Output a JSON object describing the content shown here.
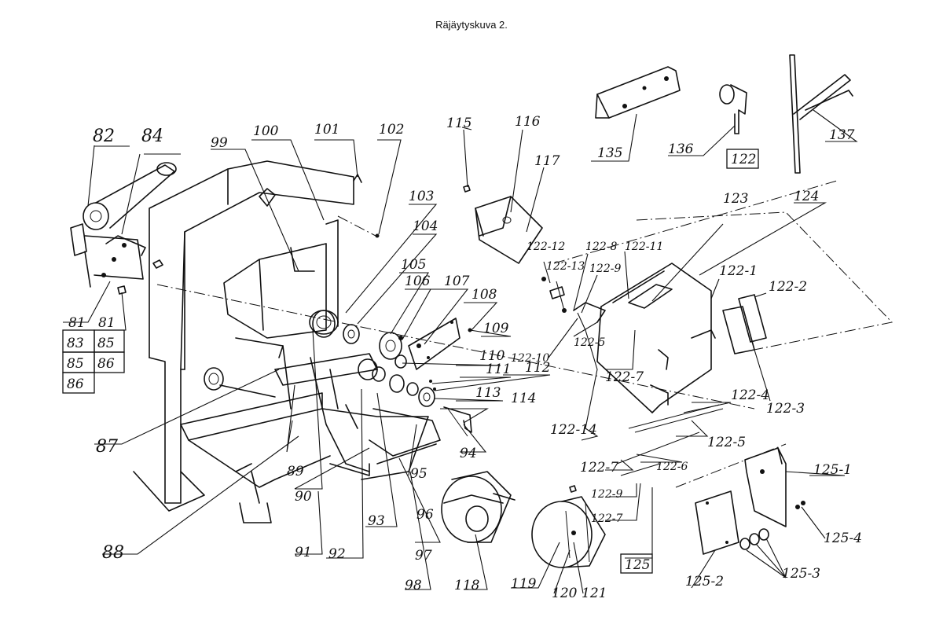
{
  "title": "Räjäytyskuva 2.",
  "labels": {
    "l82": "82",
    "l84": "84",
    "l99": "99",
    "l100": "100",
    "l101": "101",
    "l102": "102",
    "l103": "103",
    "l104": "104",
    "l105": "105",
    "l106": "106",
    "l107": "107",
    "l108": "108",
    "l109": "109",
    "l110": "110",
    "l111": "111",
    "l112": "112",
    "l113": "113",
    "l114": "114",
    "l115": "115",
    "l116": "116",
    "l117": "117",
    "l135": "135",
    "l136": "136",
    "l137": "137",
    "l122": "122",
    "l123": "123",
    "l124": "124",
    "l122_12": "122-12",
    "l122_13": "122-13",
    "l122_8": "122-8",
    "l122_9": "122-9",
    "l122_11": "122-11",
    "l122_1": "122-1",
    "l122_2": "122-2",
    "l122_5a": "122-5",
    "l122_10": "122-10",
    "l122_7a": "122-7",
    "l122_3": "122-3",
    "l122_4": "122-4",
    "l122_14": "122-14",
    "l122_5b": "122-5",
    "l122_7b": "122-7",
    "l122_6": "122-6",
    "l122_9b": "122-9",
    "l122_7c": "122-7",
    "l125": "125",
    "l125_1": "125-1",
    "l125_4": "125-4",
    "l125_2": "125-2",
    "l125_3": "125-3",
    "l81a": "81",
    "l83": "83",
    "l85a": "85",
    "l86a": "86",
    "l81b": "81",
    "l85b": "85",
    "l86b": "86",
    "l87": "87",
    "l88": "88",
    "l89": "89",
    "l90": "90",
    "l91": "91",
    "l92": "92",
    "l93": "93",
    "l94": "94",
    "l95": "95",
    "l96": "96",
    "l97": "97",
    "l98": "98",
    "l118": "118",
    "l119": "119",
    "l120": "120",
    "l121": "121"
  }
}
